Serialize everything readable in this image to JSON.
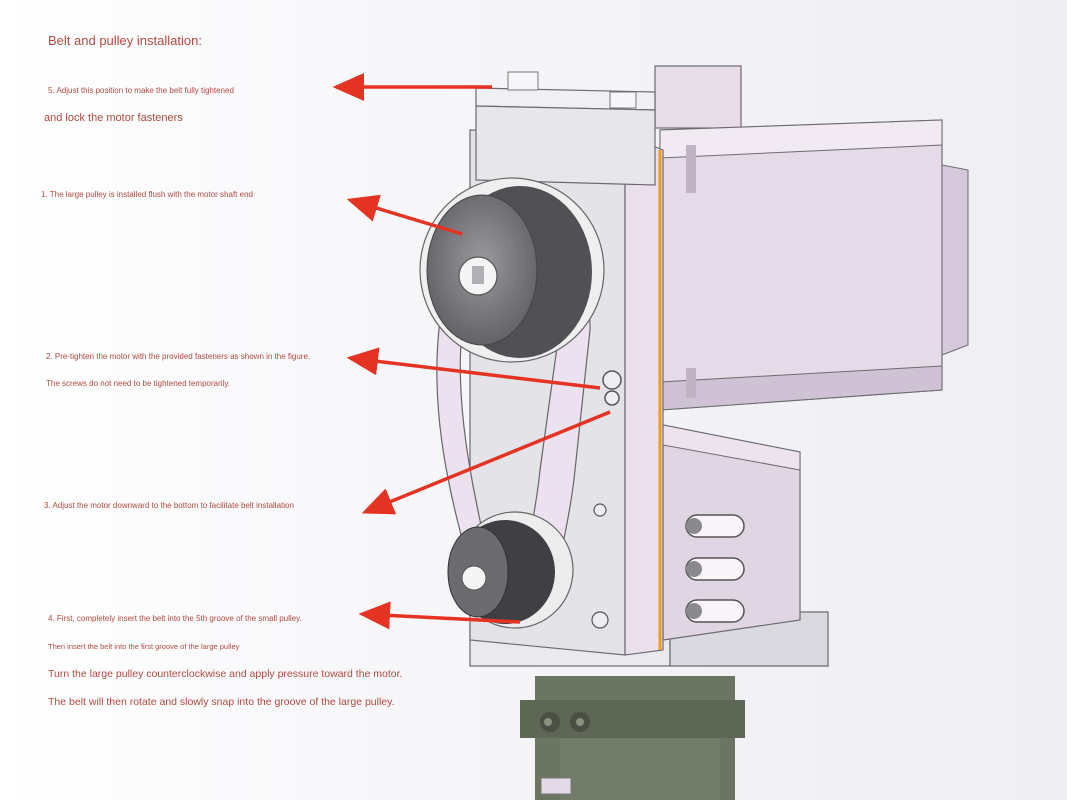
{
  "diagram": {
    "title": "Belt and pulley installation:",
    "annotations": [
      {
        "id": "step5",
        "lines": [
          "5. Adjust this position to make the belt fully tightened",
          "and lock the motor fasteners"
        ]
      },
      {
        "id": "step1",
        "lines": [
          "1. The large pulley is installed flush with the motor shaft end"
        ]
      },
      {
        "id": "step2",
        "lines": [
          "2. Pre-tighten the motor with the provided fasteners as shown in the figure.",
          "The screws do not need to be tightened temporarily."
        ]
      },
      {
        "id": "step3",
        "lines": [
          "3. Adjust the motor downward to the bottom to facilitate belt installation"
        ]
      },
      {
        "id": "step4",
        "lines": [
          "4. First, completely insert the belt into the 5th groove of the small pulley.",
          "Then insert the belt into the first groove of the large pulley",
          "Turn the large pulley counterclockwise and apply pressure toward the motor.",
          "The belt will then rotate and slowly snap into the groove of the large pulley."
        ]
      }
    ],
    "colors": {
      "text": "#b04a40",
      "arrow": "#e53323",
      "housing": "#e4d9e6",
      "housing_shade": "#cdbfd2",
      "pulley": "#76767a",
      "belt": "#eee3ef",
      "base": "#68705f",
      "accent_edge": "#f39a1e"
    }
  }
}
